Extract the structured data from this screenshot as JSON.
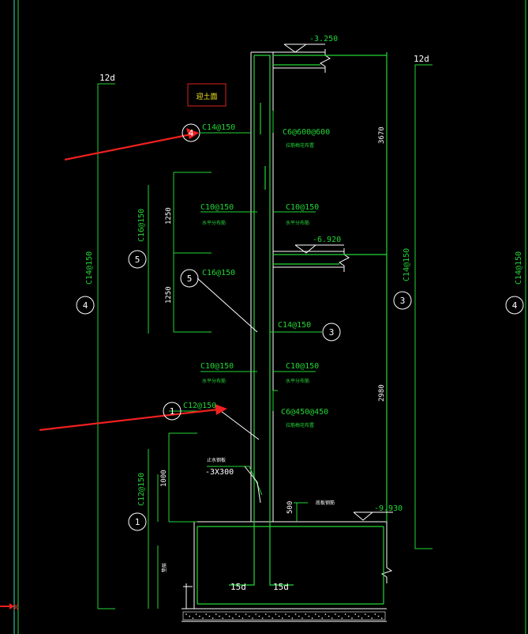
{
  "drawing": {
    "elevations": {
      "top": "-3.250",
      "mid": "-6.920",
      "bottom": "-9.930"
    },
    "anchorage": {
      "left_top": "12d",
      "right_top": "12d",
      "bottom_left": "15d",
      "bottom_right": "15d"
    },
    "dimensions": {
      "upper_height": "3670",
      "lower_height": "2980",
      "seg_1250_a": "1250",
      "seg_1250_b": "1250",
      "seg_1000": "1000",
      "seg_500": "500"
    },
    "rebars": {
      "r4_top": "C14@150",
      "r4_side_left": "C14@150",
      "r4_side_right": "C14@150",
      "r3_side": "C14@150",
      "r3_mid": "C14@150",
      "r5_side": "C16@150",
      "r5_mid": "C16@150",
      "r1_side": "C12@150",
      "r1_mid": "C12@150",
      "tie_upper": "C6@600@600",
      "tie_lower": "C6@450@450",
      "dist_1": "C10@150",
      "dist_2": "C10@150",
      "dist_3": "C10@150",
      "dist_4": "C10@150",
      "steel_plate": "-3X300"
    },
    "bubbles": {
      "b4_top": "4",
      "b4_left": "4",
      "b4_right": "4",
      "b3_mid": "3",
      "b3_right": "3",
      "b5_left": "5",
      "b5_mid": "5",
      "b1_left": "1",
      "b1_mid": "1"
    },
    "small_notes": {
      "concrete_face": "迎土面",
      "tie_upper_note": "拉筋梅花布置",
      "tie_lower_note": "拉筋梅花布置",
      "dist_note_1": "水平分布筋",
      "dist_note_2": "水平分布筋",
      "dist_note_3": "水平分布筋",
      "dist_note_4": "水平分布筋",
      "plate_note": "止水钢板",
      "cushion_note": "垫层",
      "beam_note": "底板钢筋"
    },
    "axis_marker": "X"
  },
  "colors": {
    "background": "#000000",
    "line_green": "#22d636",
    "line_white": "#ffffff",
    "line_cyan": "#3fe0c8",
    "arrow_red": "#ee2020",
    "box_red": "#dd2222"
  }
}
